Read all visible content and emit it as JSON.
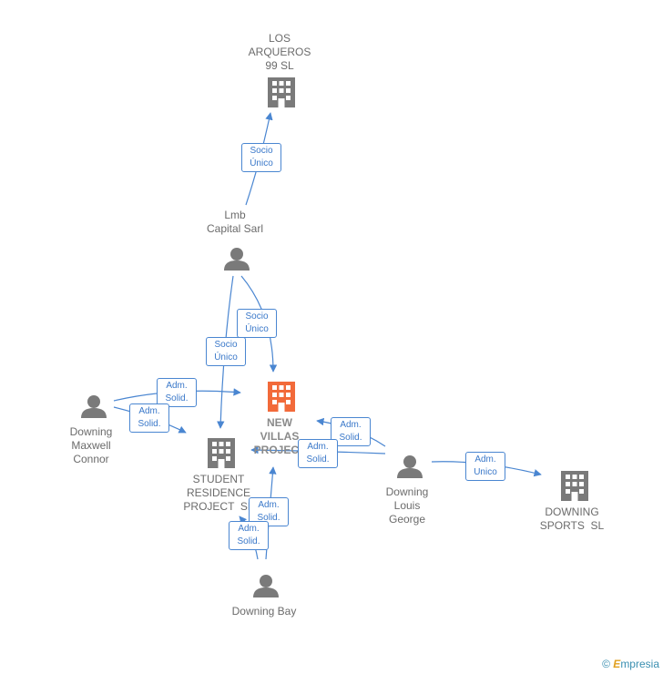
{
  "nodes": {
    "los_arqueros": {
      "name": "LOS ARQUEROS 99 SL",
      "lines": [
        "LOS",
        "ARQUEROS",
        "99 SL"
      ],
      "icon": "building-icon"
    },
    "lmb_capital": {
      "name": "Lmb Capital Sarl",
      "lines": [
        "Lmb",
        "Capital Sarl"
      ],
      "icon": "person-icon"
    },
    "new_villas": {
      "name": "NEW VILLAS PROJECT",
      "lines": [
        "NEW",
        "VILLAS",
        "PROJECT"
      ],
      "icon": "building-icon",
      "highlight_color": "#f26a3a"
    },
    "student_residence": {
      "name": "STUDENT RESIDENCE PROJECT SL",
      "lines": [
        "STUDENT",
        "RESIDENCE",
        "PROJECT  SL"
      ],
      "icon": "building-icon"
    },
    "downing_maxwell": {
      "name": "Downing Maxwell Connor",
      "lines": [
        "Downing",
        "Maxwell",
        "Connor"
      ],
      "icon": "person-icon"
    },
    "downing_louis": {
      "name": "Downing Louis George",
      "lines": [
        "Downing",
        "Louis",
        "George"
      ],
      "icon": "person-icon"
    },
    "downing_sports": {
      "name": "DOWNING SPORTS SL",
      "lines": [
        "DOWNING",
        "SPORTS  SL"
      ],
      "icon": "building-icon"
    },
    "downing_bay": {
      "name": "Downing Bay",
      "lines": [
        "Downing Bay"
      ],
      "icon": "person-icon"
    }
  },
  "edges": [
    {
      "id": "e1",
      "lines": [
        "Socio",
        "Único"
      ]
    },
    {
      "id": "e2",
      "lines": [
        "Socio",
        "Único"
      ]
    },
    {
      "id": "e3",
      "lines": [
        "Socio",
        "Único"
      ]
    },
    {
      "id": "e4",
      "lines": [
        "Adm.",
        "Solid."
      ]
    },
    {
      "id": "e5",
      "lines": [
        "Adm.",
        "Solid."
      ]
    },
    {
      "id": "e6",
      "lines": [
        "Adm.",
        "Solid."
      ]
    },
    {
      "id": "e7",
      "lines": [
        "Adm.",
        "Solid."
      ]
    },
    {
      "id": "e8",
      "lines": [
        "Adm.",
        "Unico"
      ]
    },
    {
      "id": "e9",
      "lines": [
        "Adm.",
        "Solid."
      ]
    },
    {
      "id": "e10",
      "lines": [
        "Adm.",
        "Solid."
      ]
    }
  ],
  "colors": {
    "edge": "#4a86d1",
    "node_icon": "#7a7a7a",
    "focus_icon": "#f26a3a"
  },
  "brand": {
    "copyright": "©",
    "name_initial": "E",
    "name_rest": "mpresia"
  }
}
